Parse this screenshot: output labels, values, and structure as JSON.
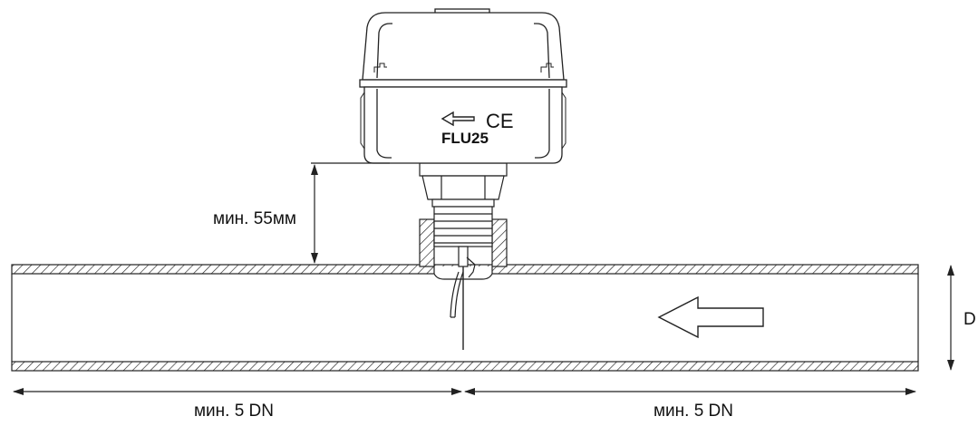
{
  "diagram": {
    "min_height_label": "мин. 55мм",
    "left_distance_label": "мин. 5 DN",
    "right_distance_label": "мин. 5 DN",
    "diameter_label": "D",
    "device_model": "FLU25",
    "ce_mark": "CE",
    "icons": [
      "flow-arrow-icon",
      "device-direction-arrow-icon"
    ],
    "colors": {
      "line": "#1a1a1a",
      "fill": "#ffffff"
    }
  }
}
